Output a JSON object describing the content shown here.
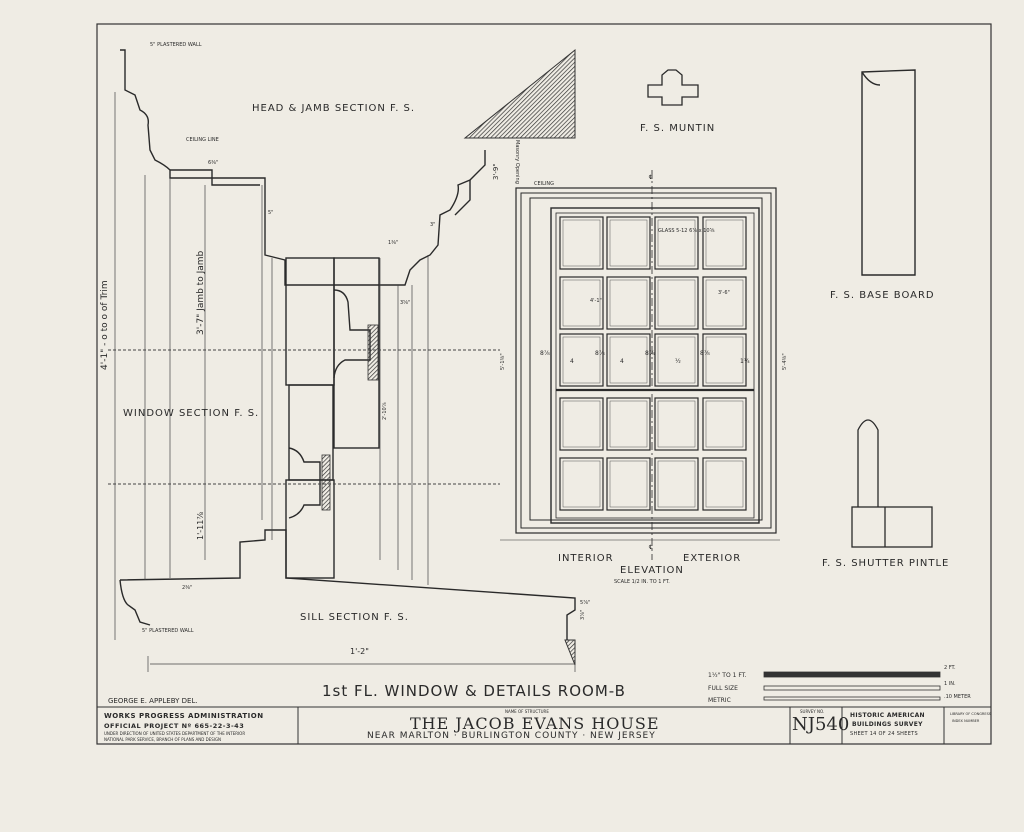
{
  "sheet_title": "1st FL. WINDOW & DETAILS ROOM-B",
  "labels": {
    "head_jamb": "HEAD & JAMB SECTION  F. S.",
    "window_section": "WINDOW SECTION  F. S.",
    "sill_section": "SILL SECTION  F. S.",
    "muntin": "F. S. MUNTIN",
    "base_board": "F. S. BASE BOARD",
    "shutter_pintle": "F. S. SHUTTER PINTLE",
    "interior": "INTERIOR",
    "exterior": "EXTERIOR",
    "elevation": "ELEVATION",
    "elevation_scale": "SCALE 1/2 IN. TO 1 FT.",
    "plastered_wall_top": "5\" PLASTERED WALL",
    "plastered_wall_bottom": "5\" PLASTERED WALL",
    "ceiling_line": "CEILING LINE",
    "ceiling": "CEILING",
    "centerline": "℄",
    "glass_size": "GLASS 5-12 6⅞ x 10⅝",
    "masonry_opening": "Masonry Opening"
  },
  "dimensions": {
    "trim_overall": "4'-1\" - o to o of Trim",
    "jamb_to_jamb": "3'-7\" Jamb to Jamb",
    "sill_height": "1'-11⅞",
    "sill_width": "1'-2\"",
    "head_depth": "6⅜\"",
    "head_depth_2": "3⅝\"",
    "sill_depth": "2⅜\"",
    "jamb_sill": "3⅞\"",
    "jamb_sill_2": "5⅞\"",
    "mid_height": "2'-10⅞",
    "opening_height": "3'-9\"",
    "elev_width_top": "4'-1\"",
    "elev_width_inner": "3'-6\"",
    "elev_height_left": "5'-1⅜\"",
    "elev_height_right": "5'-4⅜\"",
    "head_small": "5\"",
    "head_small_2": "3\"",
    "head_small_3": "1⅜\""
  },
  "muntin_marks": [
    "8⅞",
    "4",
    "8⅞",
    "4",
    "8⅞",
    "½",
    "8⅞",
    "1¼"
  ],
  "scale_bar": {
    "label_full": "1½\" TO 1 FT.",
    "label_size": "FULL SIZE",
    "label_metric": "METRIC",
    "end_ft": "2 FT.",
    "end_in": "1 IN.",
    "end_m": ".10 METER"
  },
  "delineator": "GEORGE E. APPLEBY DEL.",
  "wpa": {
    "line1": "WORKS PROGRESS ADMINISTRATION",
    "line2": "OFFICIAL PROJECT Nº 665-22-3-43",
    "line3": "UNDER DIRECTION OF UNITED STATES DEPARTMENT OF THE INTERIOR",
    "line4": "NATIONAL PARK SERVICE, BRANCH OF PLANS AND DESIGN"
  },
  "structure": {
    "caption": "NAME OF STRUCTURE",
    "name": "THE JACOB EVANS HOUSE",
    "location": "NEAR MARLTON · BURLINGTON COUNTY · NEW JERSEY"
  },
  "survey": {
    "caption": "SURVEY NO.",
    "number": "NJ540"
  },
  "habs": {
    "line1": "HISTORIC AMERICAN",
    "line2": "BUILDINGS SURVEY",
    "sheet": "SHEET 14 OF 24 SHEETS"
  },
  "index": {
    "line1": "LIBRARY OF CONGRESS",
    "line2": "INDEX NUMBER"
  },
  "colors": {
    "paper": "#efece4",
    "ink": "#2a2a2a",
    "hatch": "#3a3a3a"
  }
}
